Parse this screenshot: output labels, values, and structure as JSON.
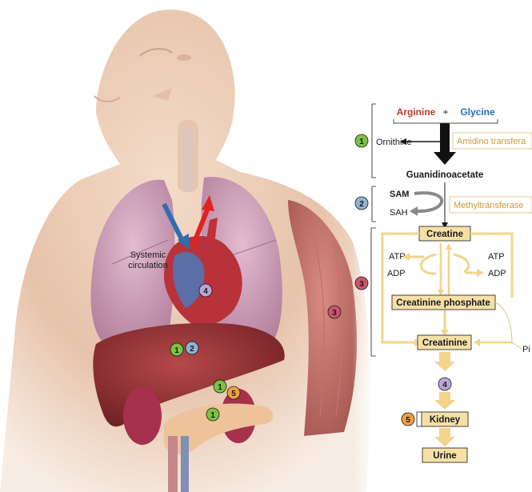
{
  "illustration": {
    "label_systemic_1": "Systemic",
    "label_systemic_2": "circulation",
    "markers": {
      "liver_a": "1",
      "liver_b": "2",
      "heart": "4",
      "kidney_a": "1",
      "kidney_b": "5",
      "pancreas": "1",
      "muscle": "3"
    }
  },
  "pathway": {
    "arginine": "Arginine",
    "plus": "+",
    "glycine": "Glycine",
    "ornithine": "Ornithine",
    "amidino_enzyme": "Amidino transfera",
    "guanidinoacetate": "Guanidinoacetate",
    "sam": "SAM",
    "sah": "SAH",
    "methyl_enzyme": "Methyltransferase",
    "creatine": "Creatine",
    "atp_left": "ATP",
    "adp_left": "ADP",
    "atp_right": "ATP",
    "adp_right": "ADP",
    "creatinine_phosphate": "Creatinine phosphate",
    "creatinine": "Creatinine",
    "pi": "Pi",
    "kidney": "Kidney",
    "urine": "Urine",
    "steps": {
      "s1": "1",
      "s2": "2",
      "s3": "3",
      "s4": "4",
      "s5": "5"
    }
  },
  "colors": {
    "step1": "#7cc242",
    "step2": "#8fb3d0",
    "step3": "#c9556a",
    "step4": "#b9a6d6",
    "step5": "#f0a040",
    "arginine": "#c0392b",
    "glycine": "#2a6db5",
    "pathway_arrow": "#f2d48a"
  }
}
